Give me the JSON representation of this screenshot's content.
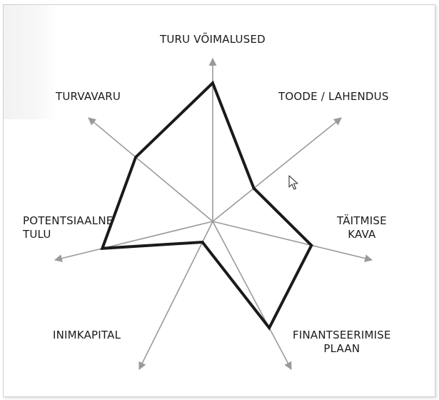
{
  "diagram": {
    "axes": [
      {
        "lines": [
          "TURU VÕIMALUSED"
        ],
        "icon": "arrow-up-icon"
      },
      {
        "lines": [
          "TOODE / LAHENDUS"
        ],
        "icon": "arrow-up-right-icon"
      },
      {
        "lines": [
          "TÄITMISE",
          "KAVA"
        ],
        "icon": "arrow-right-icon"
      },
      {
        "lines": [
          "FINANTSEERIMISE",
          "PLAAN"
        ],
        "icon": "arrow-down-right-icon"
      },
      {
        "lines": [
          "INIMKAPITAL"
        ],
        "icon": "arrow-down-left-icon"
      },
      {
        "lines": [
          "POTENTSIAALNE",
          "TULU"
        ],
        "icon": "arrow-left-icon"
      },
      {
        "lines": [
          "TURVAVARU"
        ],
        "icon": "arrow-up-left-icon"
      }
    ],
    "profile_values": [
      0.85,
      0.32,
      0.62,
      0.72,
      0.14,
      0.7,
      0.62
    ],
    "colors": {
      "axis": "#9a9a9a",
      "profile": "#1a1a1a",
      "text": "#1a1a1a",
      "frame": "#cfcfcf"
    },
    "cursor_icon": "mouse-pointer-icon"
  }
}
